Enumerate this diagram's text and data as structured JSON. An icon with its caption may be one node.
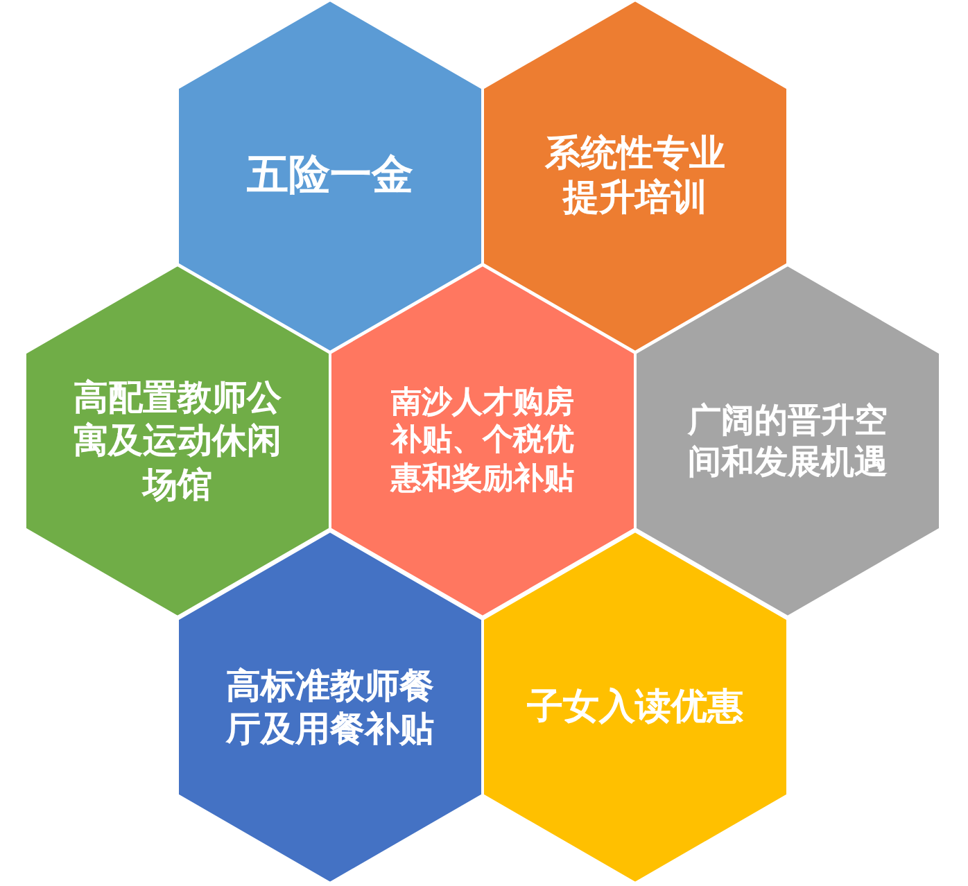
{
  "diagram": {
    "nodes": [
      {
        "text": [
          "五险一金"
        ]
      },
      {
        "text": [
          "系统性专业提升培训"
        ]
      },
      {
        "text": [
          "高配置教师公寓及运动休闲场馆"
        ]
      },
      {
        "text": [
          "南沙人才购房补贴、个税优惠和奖励补贴"
        ]
      },
      {
        "text": [
          "广阔的晋升空间和发展机遇"
        ]
      },
      {
        "text": [
          "高标准教师餐厅及用餐补贴"
        ]
      },
      {
        "text": [
          "子女入读优惠"
        ]
      }
    ]
  }
}
